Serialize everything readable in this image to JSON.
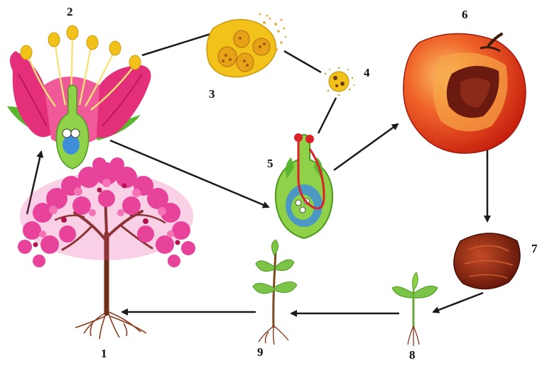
{
  "labels": {
    "tree": "1",
    "flower": "2",
    "anther": "3",
    "pollen_grain": "4",
    "pistil": "5",
    "fruit": "6",
    "seed": "7",
    "seedling": "8",
    "young_plant": "9"
  },
  "colors": {
    "petal": "#e4307a",
    "petal_dark": "#b3144f",
    "sepal": "#5cb52f",
    "pistil": "#8fd24a",
    "anther": "#f2c21a",
    "fruit": "#e8361c",
    "fruit_light": "#f7a646",
    "pit": "#6b1a10",
    "seed": "#8a2412",
    "trunk": "#6e2f16",
    "tree_canopy": "#e8439a",
    "leaf": "#7cc447",
    "root": "#8a3a1c",
    "arrow": "#1a1a1a"
  }
}
